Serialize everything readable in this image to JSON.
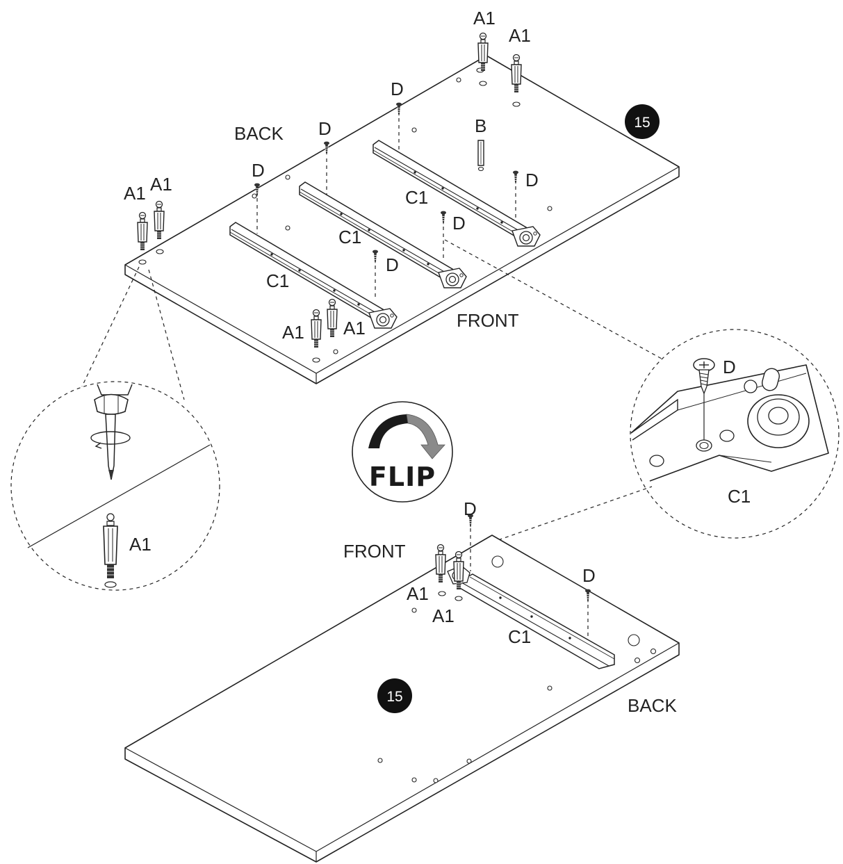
{
  "step": {
    "number": "15"
  },
  "labels": {
    "back": "BACK",
    "front": "FRONT",
    "flip": "FLIP",
    "a1": "A1",
    "b": "B",
    "c1": "C1",
    "d": "D"
  },
  "colors": {
    "line": "#222222",
    "badge": "#111111",
    "arrow_dark": "#1a1a1a",
    "arrow_light": "#8a8a8a"
  },
  "icons": {
    "flip": "flip-arrow-icon",
    "screwdriver": "screwdriver-icon"
  }
}
